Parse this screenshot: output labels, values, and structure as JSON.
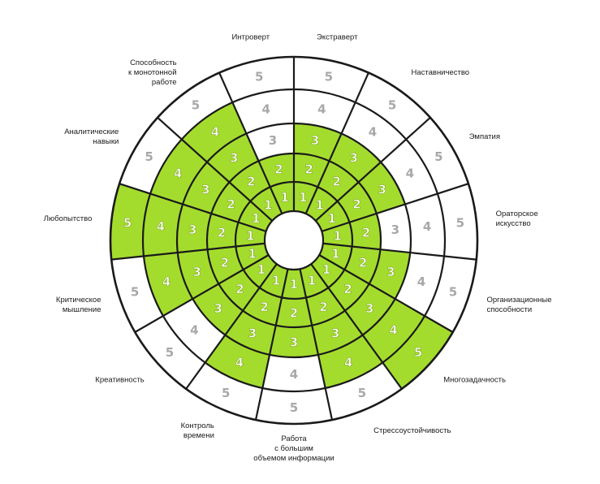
{
  "chart_data": {
    "type": "radial-segment-wheel",
    "rings": [
      1,
      2,
      3,
      4,
      5
    ],
    "fill_color": "#a4dc2e",
    "empty_color": "#ffffff",
    "line_color": "#1a1a1a",
    "filled_text_color": "#ffffff",
    "empty_text_color": "#a8a8a8",
    "categories": [
      {
        "name": "Экстраверт",
        "lines": [
          "Экстраверт"
        ],
        "value": 3
      },
      {
        "name": "Наставничество",
        "lines": [
          "Наставничество"
        ],
        "value": 3
      },
      {
        "name": "Эмпатия",
        "lines": [
          "Эмпатия"
        ],
        "value": 3
      },
      {
        "name": "Ораторское искусство",
        "lines": [
          "Ораторское",
          "искусство"
        ],
        "value": 2
      },
      {
        "name": "Организационные способности",
        "lines": [
          "Организационные",
          "способности"
        ],
        "value": 3
      },
      {
        "name": "Многозадачность",
        "lines": [
          "Многозадачность"
        ],
        "value": 5
      },
      {
        "name": "Стрессоустойчивость",
        "lines": [
          "Стрессоустойчивость"
        ],
        "value": 4
      },
      {
        "name": "Работа с большим объемом информации",
        "lines": [
          "Работа",
          "с большим",
          "объемом информации"
        ],
        "value": 3
      },
      {
        "name": "Контроль времени",
        "lines": [
          "Контроль",
          "времени"
        ],
        "value": 4
      },
      {
        "name": "Креативность",
        "lines": [
          "Креативность"
        ],
        "value": 3
      },
      {
        "name": "Критическое мышление",
        "lines": [
          "Критическое",
          "мышление"
        ],
        "value": 4
      },
      {
        "name": "Любопытство",
        "lines": [
          "Любопытство"
        ],
        "value": 5
      },
      {
        "name": "Аналитические навыки",
        "lines": [
          "Аналитические",
          "навыки"
        ],
        "value": 4
      },
      {
        "name": "Способность к монотонной работе",
        "lines": [
          "Способность",
          "к монотонной",
          "работе"
        ],
        "value": 4
      },
      {
        "name": "Интроверт",
        "lines": [
          "Интроверт"
        ],
        "value": 2
      }
    ]
  }
}
